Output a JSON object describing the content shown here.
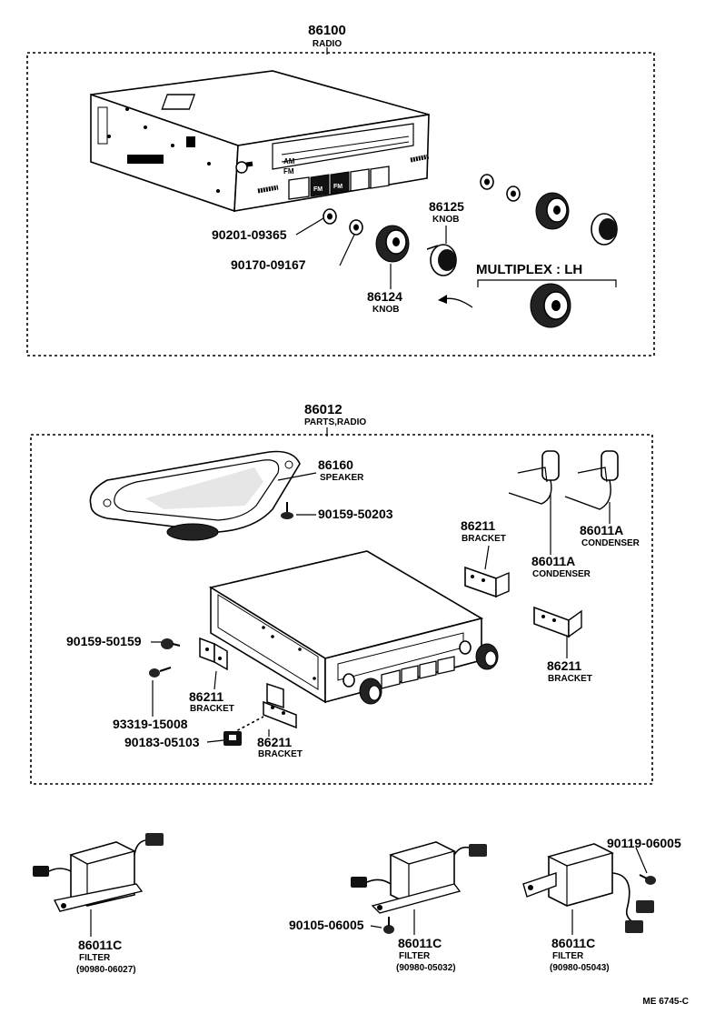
{
  "radio_group": {
    "number": "86100",
    "name": "RADIO"
  },
  "radio_parts": {
    "knob_a": {
      "number": "86125",
      "name": "KNOB"
    },
    "knob_b": {
      "number": "86124",
      "name": "KNOB"
    },
    "nut": "90201-09365",
    "washer": "90170-09167",
    "multiplex": "MULTIPLEX : LH",
    "button_a": "FM",
    "button_b": "FM",
    "band_a": "AM",
    "band_b": "FM"
  },
  "parts_group": {
    "number": "86012",
    "name": "PARTS,RADIO"
  },
  "parts": {
    "speaker": {
      "number": "86160",
      "name": "SPEAKER"
    },
    "screw_speaker": "90159-50203",
    "condenser_a": {
      "number": "86011A",
      "name": "CONDENSER"
    },
    "condenser_b": {
      "number": "86011A",
      "name": "CONDENSER"
    },
    "bracket_top": {
      "number": "86211",
      "name": "BRACKET"
    },
    "bracket_right": {
      "number": "86211",
      "name": "BRACKET"
    },
    "bracket_left": {
      "number": "86211",
      "name": "BRACKET"
    },
    "bracket_bottom": {
      "number": "86211",
      "name": "BRACKET"
    },
    "screw_left": "90159-50159",
    "screw_small": "93319-15008",
    "clip": "90183-05103"
  },
  "filters": {
    "filter_1": {
      "number": "86011C",
      "name": "FILTER",
      "code": "(90980-06027)"
    },
    "filter_2": {
      "number": "86011C",
      "name": "FILTER",
      "code": "(90980-05032)",
      "bolt": "90105-06005"
    },
    "filter_3": {
      "number": "86011C",
      "name": "FILTER",
      "code": "(90980-05043)",
      "bolt": "90119-06005"
    }
  },
  "footer_code": "ME 6745-C"
}
